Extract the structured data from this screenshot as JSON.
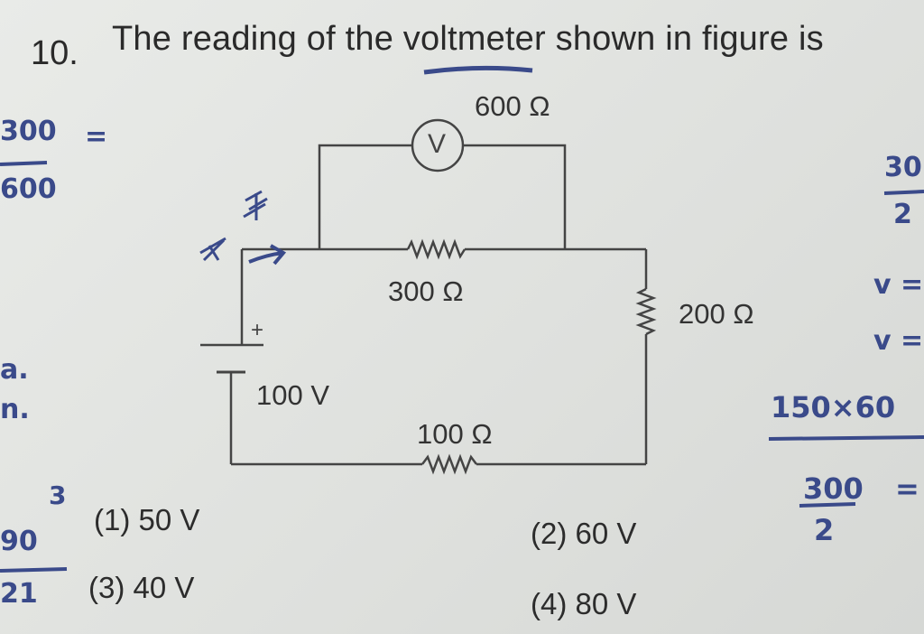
{
  "question": {
    "number": "10.",
    "text": "The reading of the voltmeter shown in figure is"
  },
  "circuit": {
    "voltmeter_label": "V",
    "voltmeter_resistance": "600 Ω",
    "r1": "300 Ω",
    "r2": "200 Ω",
    "r3": "100 Ω",
    "battery_voltage": "100 V",
    "battery_plus": "+"
  },
  "options": [
    {
      "label": "(1) 50 V"
    },
    {
      "label": "(2) 60 V"
    },
    {
      "label": "(3) 40 V"
    },
    {
      "label": "(4) 80 V"
    }
  ],
  "handwriting": {
    "left_top_num": "300",
    "left_eq": "=",
    "left_top_den": "600",
    "right_frac_num": "30",
    "right_frac_den": "2",
    "v_eq1": "v =",
    "v_eq2": "v =",
    "product": "150×60",
    "div300": "300",
    "div2": "2",
    "eq": "=",
    "bottom_left_num": "90",
    "bottom_left_den": "21",
    "three": "3",
    "side_a": "a.",
    "side_n": "n."
  },
  "colors": {
    "ink": "#3a4a8a",
    "print": "#2a2a2a",
    "paper": "#e4e6e3"
  }
}
